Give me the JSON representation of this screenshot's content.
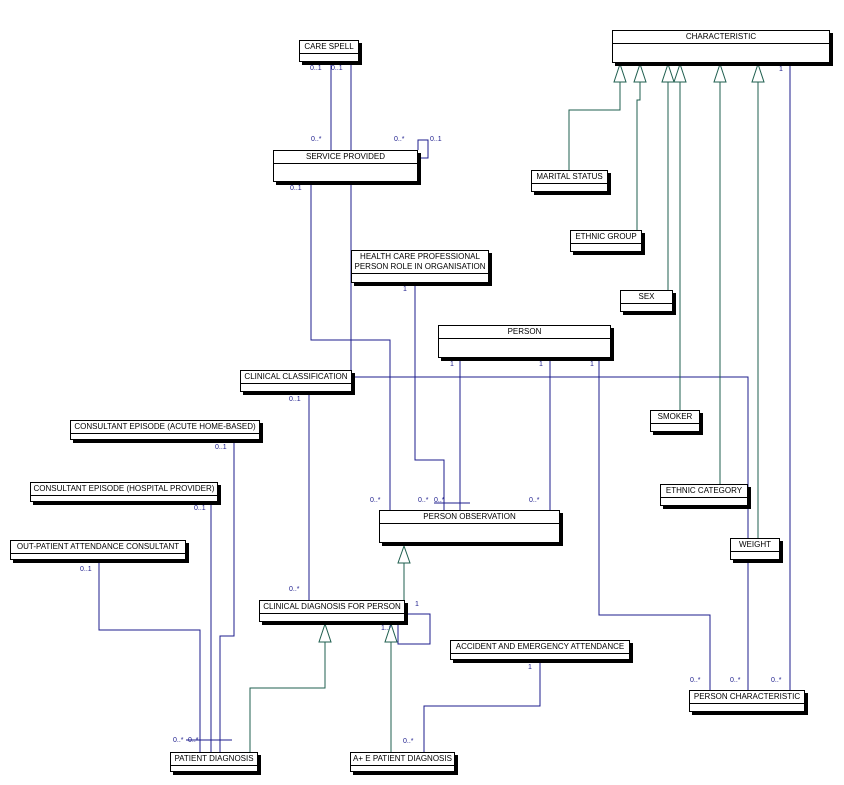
{
  "colors": {
    "association": "#1c1c8c",
    "generalization": "#1f5f4f",
    "box_border": "#000000"
  },
  "classes": {
    "care_spell": "CARE SPELL",
    "service_provided": "SERVICE PROVIDED",
    "characteristic": "CHARACTERISTIC",
    "marital_status": "MARITAL STATUS",
    "ethnic_group": "ETHNIC GROUP",
    "sex": "SEX",
    "hcp_role": "HEALTH CARE PROFESSIONAL PERSON ROLE IN ORGANISATION",
    "person": "PERSON",
    "clinical_classification": "CLINICAL CLASSIFICATION",
    "smoker": "SMOKER",
    "consultant_episode_acute": "CONSULTANT EPISODE (ACUTE HOME-BASED)",
    "consultant_episode_hospital": "CONSULTANT EPISODE (HOSPITAL PROVIDER)",
    "ethnic_category": "ETHNIC CATEGORY",
    "person_observation": "PERSON OBSERVATION",
    "out_patient_attendance": "OUT-PATIENT ATTENDANCE CONSULTANT",
    "weight": "WEIGHT",
    "clinical_diagnosis": "CLINICAL DIAGNOSIS FOR PERSON",
    "ae_attendance": "ACCIDENT AND EMERGENCY ATTENDANCE",
    "person_characteristic": "PERSON CHARACTERISTIC",
    "patient_diagnosis": "PATIENT DIAGNOSIS",
    "ae_patient_diagnosis": "A+ E PATIENT DIAGNOSIS"
  },
  "multiplicities": {
    "care_spell_a": "0..1",
    "care_spell_b": "0..1",
    "sp_from_care": "0..*",
    "sp_self_many": "0..*",
    "sp_self_one": "0..1",
    "sp_down": "0..1",
    "char_one": "1",
    "hcp_one": "1",
    "person_one_a": "1",
    "person_one_b": "1",
    "person_one_c": "1",
    "cc_down": "0..1",
    "cea_down": "0..1",
    "ceh_down": "0..1",
    "opa_down": "0..1",
    "po_many_a": "0..*",
    "po_many_b": "0..*",
    "po_many_c": "0..*",
    "po_many_d": "0..*",
    "cd_many": "0..*",
    "cd_self_one": "1",
    "cd_self_many": "1..*",
    "ae_one": "1",
    "aepd_many": "0..*",
    "pc_many_a": "0..*",
    "pc_many_b": "0..*",
    "pc_many_c": "0..*",
    "pd_many_a": "0..*",
    "pd_many_b": "0..*"
  }
}
